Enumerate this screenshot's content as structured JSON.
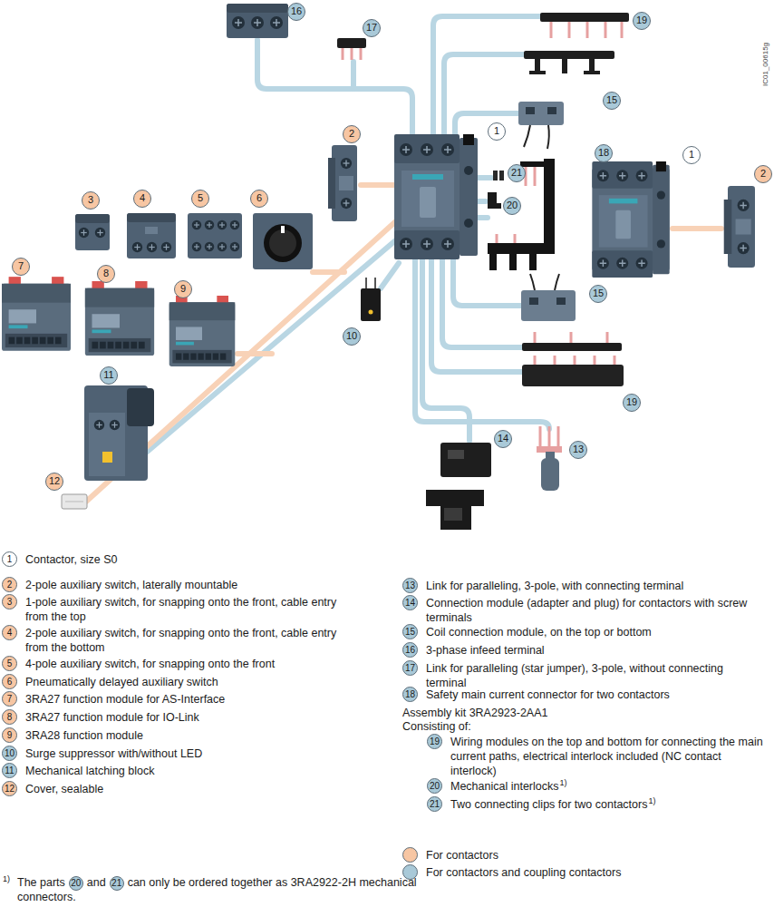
{
  "diagram": {
    "labels": [
      "16",
      "17",
      "19",
      "2",
      "1",
      "15",
      "18",
      "1",
      "2",
      "21",
      "20",
      "3",
      "4",
      "5",
      "6",
      "7",
      "8",
      "9",
      "10",
      "15",
      "19",
      "11",
      "14",
      "13",
      "12",
      "IC01_00615g",
      "1",
      "Contactor, size S0",
      "2",
      "2-pole auxiliary switch, laterally mountable",
      "3",
      "1-pole auxiliary switch, for snapping onto the front, cable entry from the top",
      "4",
      "2-pole auxiliary switch, for snapping onto the front, cable entry from the bottom",
      "5",
      "4-pole auxiliary switch, for snapping onto the front",
      "6",
      "Pneumatically delayed auxiliary switch",
      "7",
      "3RA27 function module for AS-Interface",
      "8",
      "3RA27 function module for IO-Link",
      "9",
      "3RA28 function module",
      "10",
      "Surge suppressor with/without LED",
      "11",
      "Mechanical latching block",
      "12",
      "Cover, sealable",
      "13",
      "Link for paralleling, 3-pole, with connecting terminal",
      "14",
      "Connection module (adapter and plug) for contactors with screw terminals",
      "15",
      "Coil connection module, on the top or bottom",
      "16",
      "3-phase infeed terminal",
      "17",
      "Link for paralleling (star jumper), 3-pole, without connecting terminal",
      "18",
      "Safety main current connector for two contactors",
      "Assembly kit 3RA2923-2AA1",
      "Consisting of:",
      "19",
      "Wiring modules on the top and bottom for connecting the main current paths, electrical interlock included (NC contact interlock)",
      "20",
      "Mechanical interlocks",
      "1)",
      "21",
      "Two connecting clips for two contactors",
      "1)",
      "1)",
      "The parts",
      "20",
      "and",
      "21",
      "can only be ordered together as 3RA2922-2H mechanical connectors."
    ],
    "legend": [
      {
        "text": "For contactors",
        "color": "#f7c6a3"
      },
      {
        "text": "For contactors and coupling contactors",
        "color": "#a9c9d8"
      }
    ]
  }
}
